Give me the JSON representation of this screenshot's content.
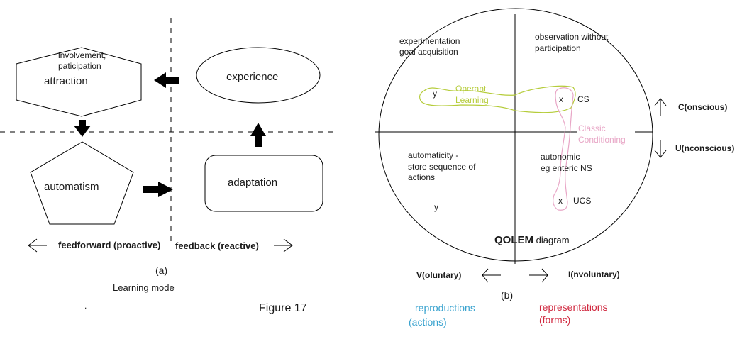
{
  "figure": {
    "title": "Figure 17"
  },
  "panel_a": {
    "label": "(a)",
    "caption": "Learning mode",
    "nodes": {
      "attraction": {
        "label": "attraction",
        "sublabel_line1": "involvement,",
        "sublabel_line2": "paticipation",
        "shape": "hexagon"
      },
      "experience": {
        "label": "experience",
        "shape": "ellipse"
      },
      "automatism": {
        "label": "automatism",
        "shape": "pentagon"
      },
      "adaptation": {
        "label": "adaptation",
        "shape": "rounded-rectangle"
      }
    },
    "flow": [
      "attraction",
      "automatism",
      "adaptation",
      "experience",
      "attraction"
    ],
    "axis_left_label": "feedforward (proactive)",
    "axis_right_label": "feedback (reactive)",
    "dot": "."
  },
  "panel_b": {
    "label": "(b)",
    "diagram_title_bold": "QOLEM",
    "diagram_title_rest": " diagram",
    "quadrants": {
      "top_left_line1": "experimentation",
      "top_left_line2": "goal acquisition",
      "top_right_line1": "observation without",
      "top_right_line2": "participation",
      "bottom_left_line1": "automaticity -",
      "bottom_left_line2": "store sequence of",
      "bottom_left_line3": "actions",
      "bottom_right_line1": "autonomic",
      "bottom_right_line2": "eg enteric NS"
    },
    "markers": {
      "y_top": "y",
      "x_cs": "x",
      "cs_label": "CS",
      "y_bottom": "y",
      "x_ucs": "x",
      "ucs_label": "UCS"
    },
    "regions": {
      "operant_line1": "Operant",
      "operant_line2": "Learning",
      "classic_line1": "Classic",
      "classic_line2": "Conditioning",
      "operant_color": "#b5cc3a",
      "classic_color": "#e8a6c6"
    },
    "axes": {
      "up_label": "C(onscious)",
      "down_label": "U(nconscious)",
      "left_label": "V(oluntary)",
      "right_label": "I(nvoluntary)"
    },
    "footer": {
      "left_line1": "reproductions",
      "left_line2": "(actions)",
      "right_line1": "representations",
      "right_line2": "(forms)",
      "left_color": "#3aa3cf",
      "right_color": "#d0283f"
    }
  }
}
